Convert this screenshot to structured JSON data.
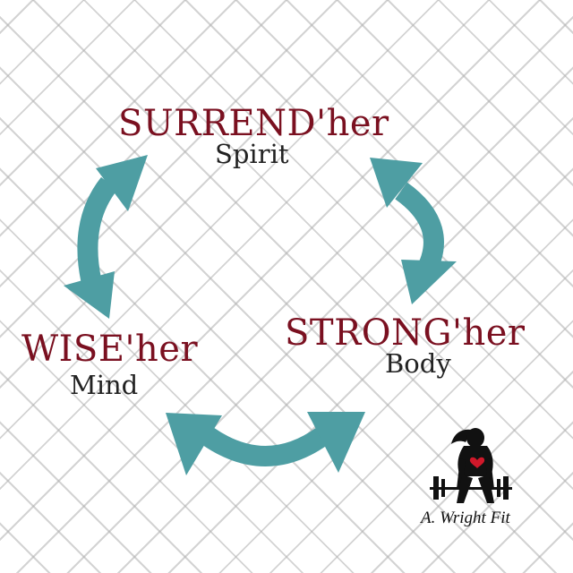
{
  "nodes": [
    {
      "id": "spirit",
      "title": "SURREND'her",
      "subtitle": "Spirit"
    },
    {
      "id": "body",
      "title": "STRONG'her",
      "subtitle": "Body"
    },
    {
      "id": "mind",
      "title": "WISE'her",
      "subtitle": "Mind"
    }
  ],
  "logo": {
    "text": "A. Wright Fit"
  },
  "colors": {
    "arrow": "#4e9ea3",
    "title": "#7a1020",
    "subtitle": "#222222",
    "background": "#ffffff",
    "grid": "#afafaf",
    "heart": "#d0182a"
  },
  "icons": [
    "double-headed-arrow-icon",
    "weightlifter-logo-icon",
    "heart-icon"
  ]
}
